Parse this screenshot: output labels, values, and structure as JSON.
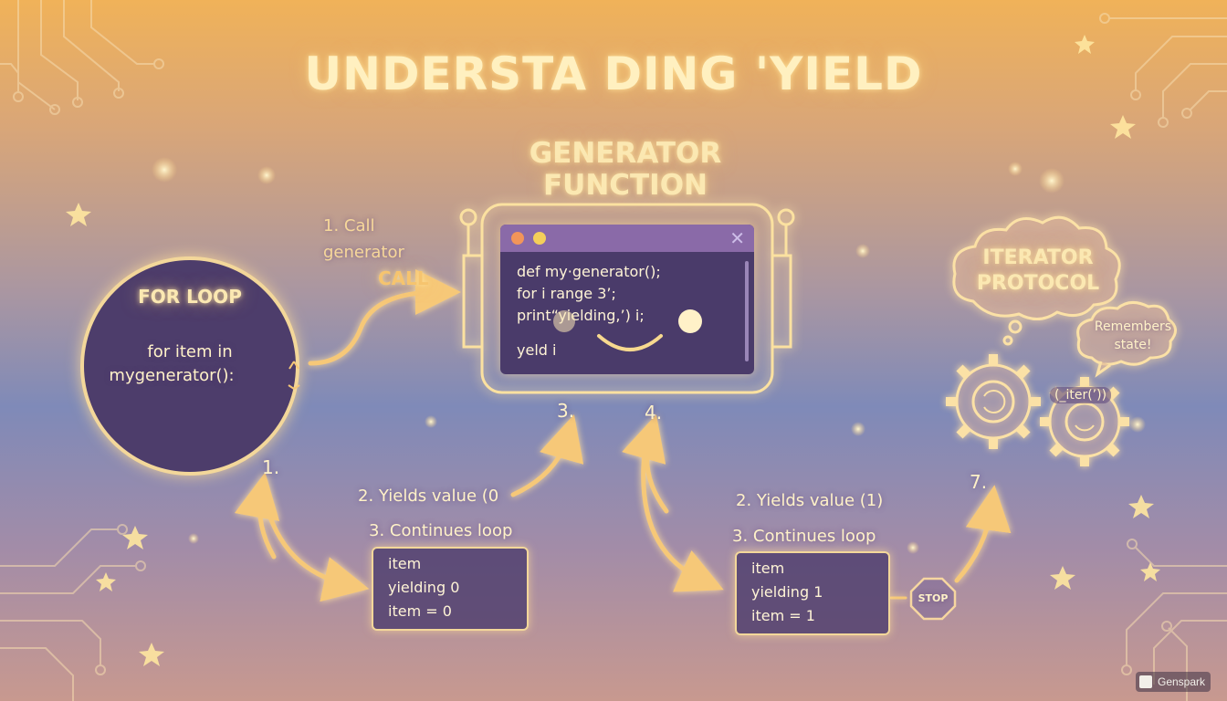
{
  "title": "UNDERSTA DING 'YIELD",
  "generator": {
    "title_line1": "GENERATOR",
    "title_line2": "FUNCTION",
    "code": [
      "def my·generator();",
      "for i range 3’;",
      "print“yielding,’) i;",
      "",
      "yeld i"
    ]
  },
  "for_loop": {
    "title": "FOR LOOP",
    "code_line1": "for item in",
    "code_line2": "mygenerator():"
  },
  "call_label": {
    "line1": "1. Call",
    "line2": "generator",
    "line3": "CALL"
  },
  "step_markers": {
    "left": "1.",
    "mid3": "3.",
    "mid4": "4.",
    "right": "7."
  },
  "left_steps": {
    "yields": "2. Yields value (0",
    "continues": "3. Continues loop"
  },
  "right_steps": {
    "yields": "2. Yields value (1)",
    "continues": "3. Continues loop"
  },
  "box_left": [
    "item",
    "yielding 0",
    "item = 0"
  ],
  "box_right": [
    "item",
    "yielding 1",
    "item = 1"
  ],
  "stop": "STOP",
  "iterator": {
    "line1": "ITERATOR",
    "line2": "PROTOCOL",
    "remembers1": "Remembers",
    "remembers2": "state!",
    "iter": "(_iter(’))"
  },
  "watermark": "Genspark",
  "colors": {
    "glow": "#f3d79a",
    "panel": "#4e3e6e",
    "accent": "#e8a86a"
  }
}
